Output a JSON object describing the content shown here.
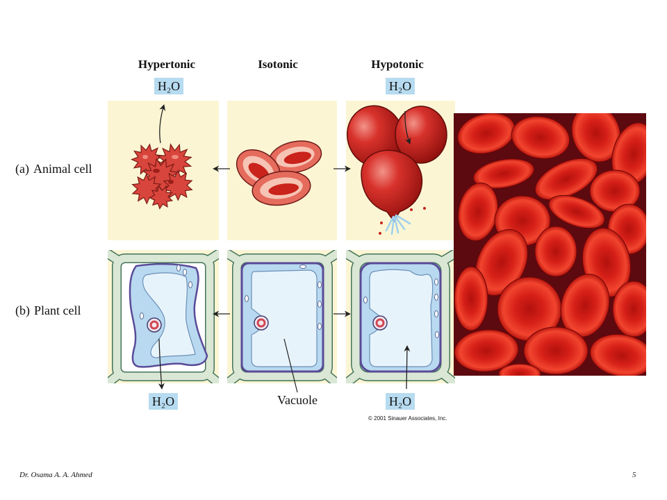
{
  "diagram": {
    "columns": [
      {
        "title": "Hypertonic"
      },
      {
        "title": "Isotonic"
      },
      {
        "title": "Hypotonic"
      }
    ],
    "water_labels": {
      "hypertonic_top": "H₂O",
      "hypotonic_top": "H₂O",
      "hypertonic_bottom": "H₂O",
      "hypotonic_bottom": "H₂O"
    },
    "rows": [
      {
        "prefix": "(a)",
        "label": "Animal cell"
      },
      {
        "prefix": "(b)",
        "label": "Plant cell"
      }
    ],
    "vacuole_label": "Vacuole",
    "copyright": "© 2001 Sinauer Associates, Inc."
  },
  "footer": {
    "author": "Dr. Osama A. A. Ahmed",
    "page_number": "5"
  },
  "colors": {
    "panel_background": "#fbf5d3",
    "water_label_background": "#b7dbf0",
    "red_cell": "#d8322c",
    "cytoplasm": "#b8d9ef",
    "vacuole": "#e7f3fb",
    "membrane": "#5a4a98",
    "cell_wall": "#d9e7d4"
  }
}
